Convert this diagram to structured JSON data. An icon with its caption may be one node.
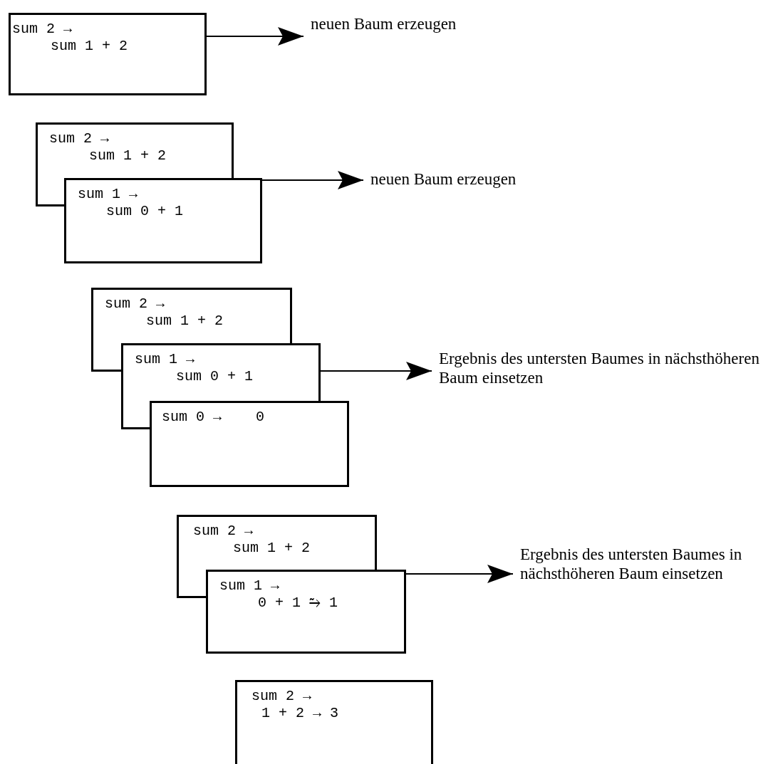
{
  "diagram": {
    "nodes": [
      {
        "text": [
          "sum 2 →",
          "sum 1 + 2"
        ]
      },
      {
        "text": [
          "neuen Baum erzeugen"
        ]
      },
      {
        "text": [
          "sum 2 →",
          "sum 1 + 2"
        ]
      },
      {
        "text": [
          "sum 1 →",
          "sum 0 + 1"
        ]
      },
      {
        "text": [
          "neuen Baum erzeugen"
        ]
      },
      {
        "text": [
          "sum 2 →",
          "sum 1 + 2"
        ]
      },
      {
        "text": [
          "sum 1 →",
          "sum 0 + 1"
        ]
      },
      {
        "text": [
          "sum 0 →    0"
        ]
      },
      {
        "text": [
          "Ergebnis des untersten Baumes in nächsthöheren Baum einsetzen"
        ]
      },
      {
        "text": [
          "sum 2 →",
          "sum 1 + 2"
        ]
      },
      {
        "text": [
          "sum 1 →",
          "0 + 1 ⥲ 1"
        ]
      },
      {
        "text": [
          "Ergebnis des untersten Baumes in nächsthöheren Baum einsetzen"
        ]
      },
      {
        "text": [
          "sum 2 →",
          "1 + 2 → 3"
        ]
      }
    ],
    "edges": [
      {
        "from": 0,
        "to": 1,
        "arrow": "to"
      },
      {
        "from": 3,
        "to": 4,
        "arrow": "to"
      },
      {
        "from": 6,
        "to": 8,
        "arrow": "to"
      },
      {
        "from": 10,
        "to": 11,
        "arrow": "to"
      }
    ]
  }
}
